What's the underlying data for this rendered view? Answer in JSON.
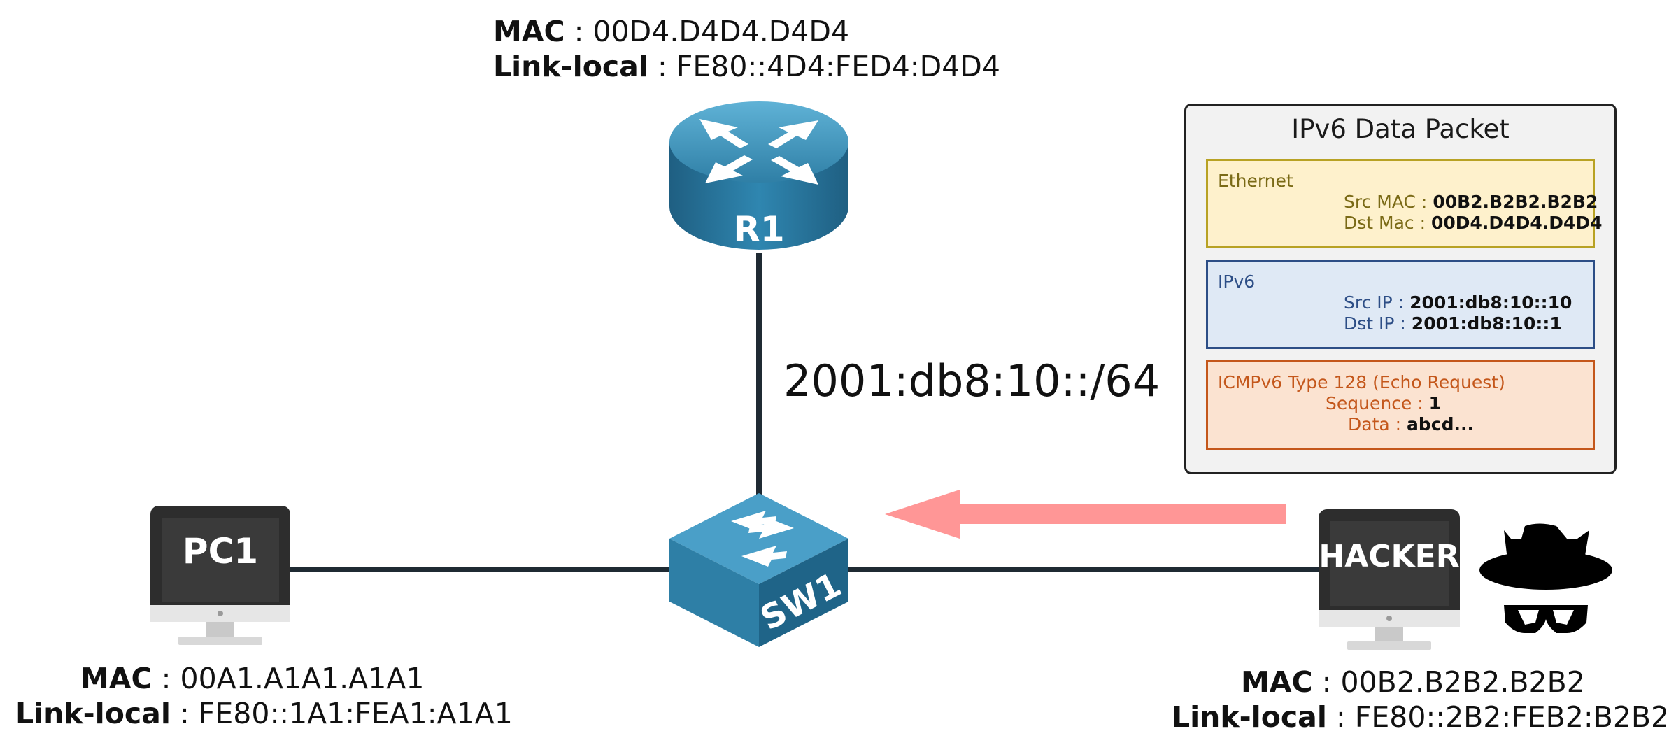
{
  "network_label": "2001:db8:10::/64",
  "r1": {
    "name": "R1",
    "mac_key": "MAC",
    "mac_value": "00D4.D4D4.D4D4",
    "ll_key": "Link-local",
    "ll_value": "FE80::4D4:FED4:D4D4"
  },
  "sw1": {
    "name": "SW1"
  },
  "pc1": {
    "name": "PC1",
    "mac_key": "MAC",
    "mac_value": "00A1.A1A1.A1A1",
    "ll_key": "Link-local",
    "ll_value": "FE80::1A1:FEA1:A1A1"
  },
  "hacker": {
    "name": "HACKER",
    "mac_key": "MAC",
    "mac_value": "00B2.B2B2.B2B2",
    "ll_key": "Link-local",
    "ll_value": "FE80::2B2:FEB2:B2B2"
  },
  "packet": {
    "title": "IPv6 Data Packet",
    "ethernet": {
      "name": "Ethernet",
      "src_key": "Src MAC :",
      "src_value": "00B2.B2B2.B2B2",
      "dst_key": "Dst Mac :",
      "dst_value": "00D4.D4D4.D4D4"
    },
    "ipv6": {
      "name": "IPv6",
      "src_key": "Src IP :",
      "src_value": "2001:db8:10::10",
      "dst_key": "Dst IP :",
      "dst_value": "2001:db8:10::1"
    },
    "icmp": {
      "name": "ICMPv6 Type 128 (Echo Request)",
      "seq_key": "Sequence :",
      "seq_value": "1",
      "data_key": "Data :",
      "data_value": "abcd..."
    }
  },
  "colors": {
    "ethernet": "#fef1cc",
    "ipv6": "#dfe9f5",
    "icmp": "#fbe3d1",
    "arrow": "#ff9696",
    "device_blue": "#2e86ab"
  }
}
